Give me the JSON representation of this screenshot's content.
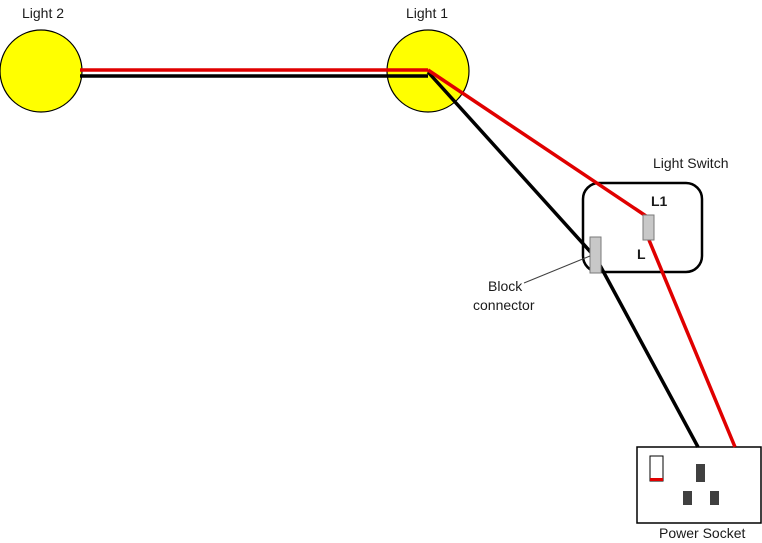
{
  "labels": {
    "light2": "Light 2",
    "light1": "Light 1",
    "light_switch": "Light Switch",
    "terminal_l1": "L1",
    "terminal_l": "L",
    "block_line1": "Block",
    "block_line2": "connector",
    "power_socket": "Power Socket"
  },
  "colors": {
    "lamp_fill": "#ffff00",
    "live_wire": "#e00000",
    "neutral_wire": "#000000",
    "connector_fill": "#c8c8c8"
  }
}
